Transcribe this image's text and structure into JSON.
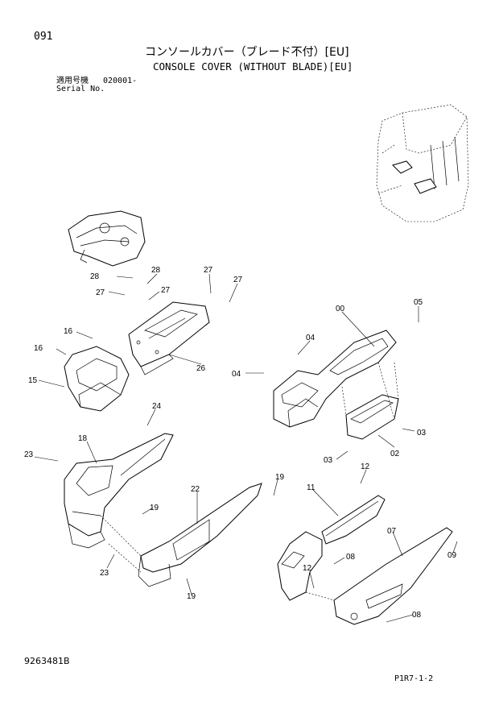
{
  "header": {
    "page_code": "091",
    "title_jp": "コンソールカバー（ブレード不付）[EU]",
    "title_en": "CONSOLE COVER (WITHOUT BLADE)[EU]",
    "serial_label_jp": "適用号機",
    "serial_value": "020001-",
    "serial_label_en": "Serial No."
  },
  "footer": {
    "doc_number": "9263481B",
    "page_ref": "P1R7-1-2"
  },
  "callouts": {
    "c00": "00",
    "c02": "02",
    "c03a": "03",
    "c03b": "03",
    "c04a": "04",
    "c04b": "04",
    "c05": "05",
    "c07": "07",
    "c08a": "08",
    "c08b": "08",
    "c09": "09",
    "c11": "11",
    "c12a": "12",
    "c12b": "12",
    "c15": "15",
    "c16a": "16",
    "c16b": "16",
    "c18": "18",
    "c19a": "19",
    "c19b": "19",
    "c19c": "19",
    "c22": "22",
    "c23a": "23",
    "c23b": "23",
    "c24": "24",
    "c26": "26",
    "c27a": "27",
    "c27b": "27",
    "c27c": "27",
    "c27d": "27",
    "c28a": "28",
    "c28b": "28"
  }
}
